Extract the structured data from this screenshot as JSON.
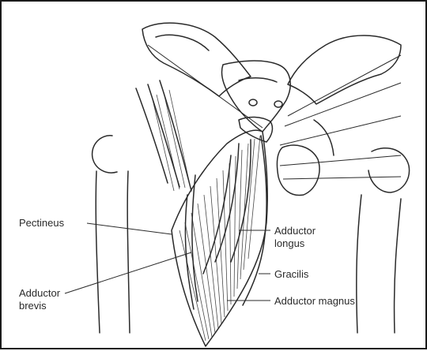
{
  "labels": {
    "pectineus": "Pectineus",
    "adductor_brevis_line1": "Adductor",
    "adductor_brevis_line2": "brevis",
    "adductor_longus_line1": "Adductor",
    "adductor_longus_line2": "longus",
    "gracilis": "Gracilis",
    "adductor_magnus": "Adductor magnus"
  },
  "colors": {
    "ink": "#2a2a2a",
    "background": "#ffffff",
    "border": "#1a1a1a"
  }
}
